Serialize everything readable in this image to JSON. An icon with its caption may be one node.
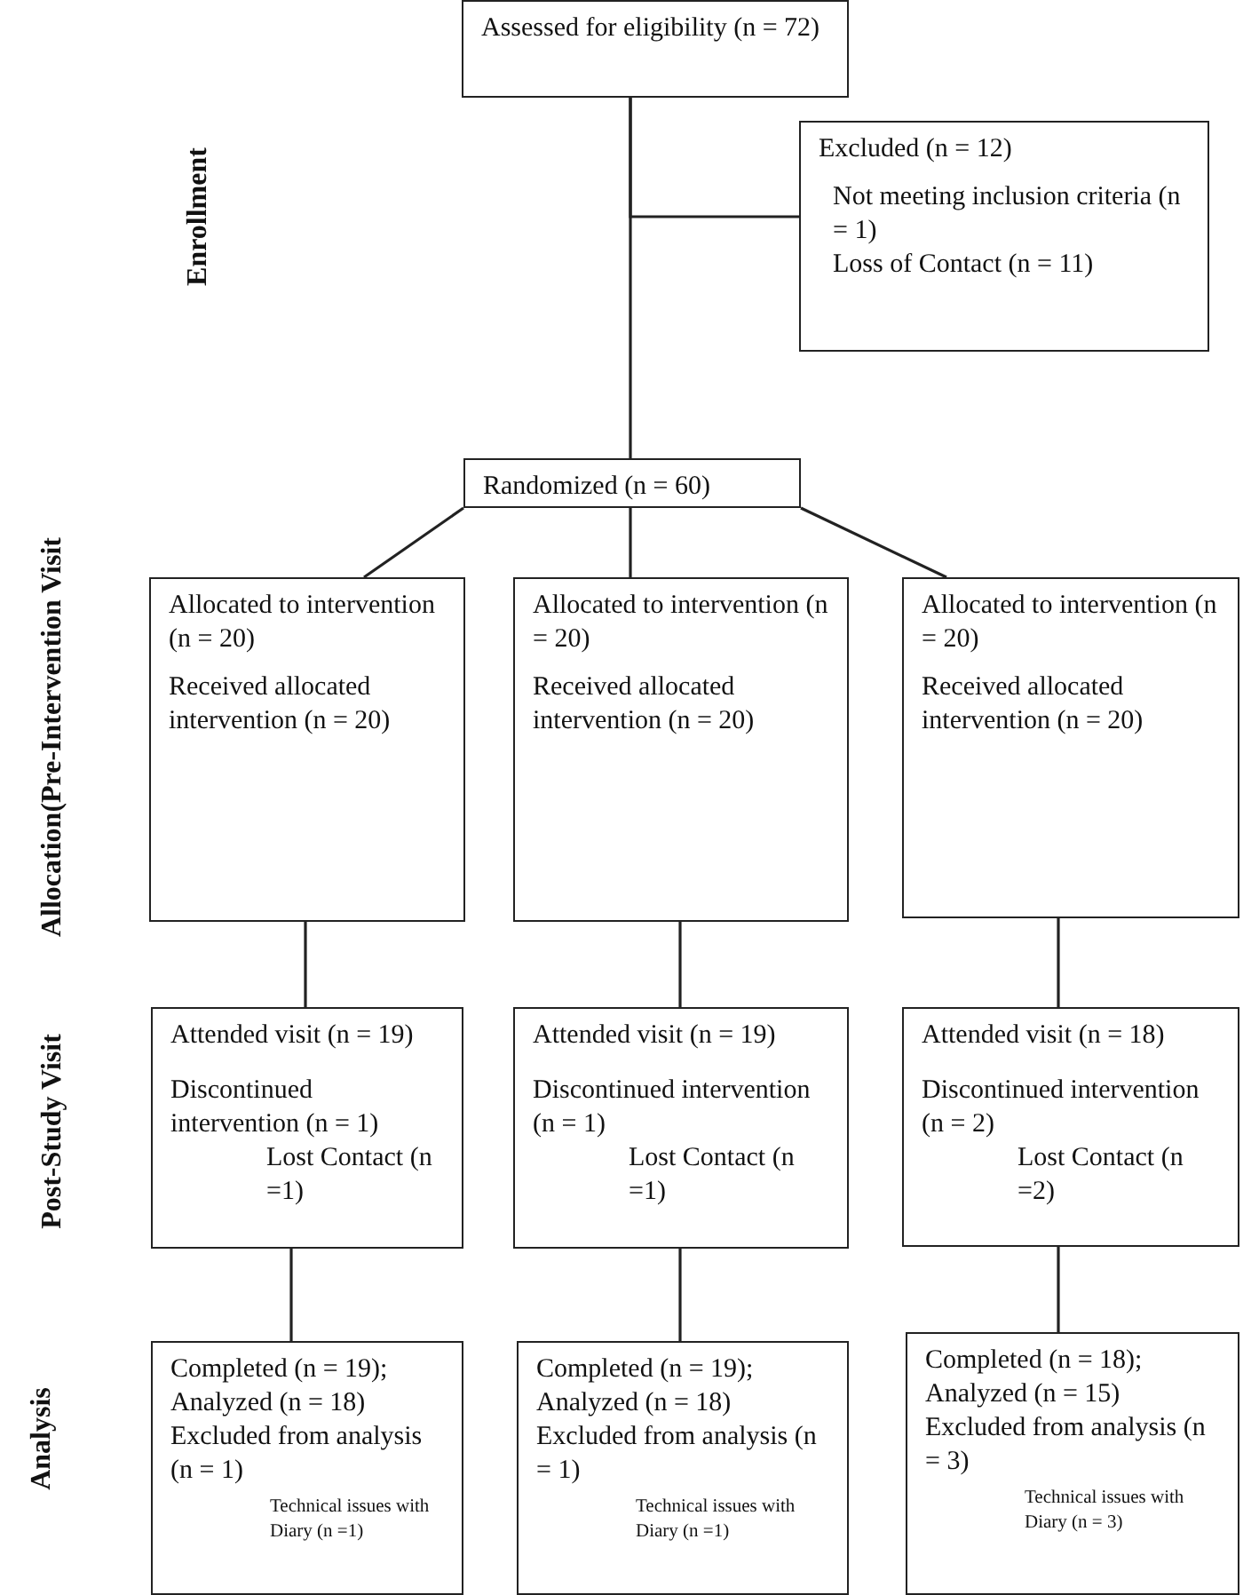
{
  "diagram": {
    "nodes": [
      {
        "text": [
          "Assessed for eligibility (n = 72)"
        ]
      },
      {
        "text": [
          "Excluded (n = 12)",
          "Not meeting inclusion criteria (n = 1)",
          "Loss of Contact (n = 11)"
        ]
      },
      {
        "text": [
          "Randomized (n = 60)"
        ]
      },
      {
        "text": [
          "Allocated to intervention (n = 20)",
          "Received allocated intervention (n = 20)"
        ]
      },
      {
        "text": [
          "Allocated to intervention (n = 20)",
          "Received allocated intervention (n = 20)"
        ]
      },
      {
        "text": [
          "Allocated to intervention (n = 20)",
          "Received allocated intervention (n = 20)"
        ]
      },
      {
        "text": [
          "Attended visit (n = 19)",
          "Discontinued intervention (n = 1)",
          "Lost Contact (n =1)"
        ]
      },
      {
        "text": [
          "Attended visit (n = 19)",
          "Discontinued intervention (n = 1)",
          "Lost Contact (n =1)"
        ]
      },
      {
        "text": [
          "Attended visit (n = 18)",
          "Discontinued intervention (n = 2)",
          "Lost Contact (n =2)"
        ]
      },
      {
        "text": [
          "Completed (n = 19);",
          "Analyzed (n = 18)",
          "Excluded from analysis (n = 1)",
          "Technical issues with Diary (n =1)"
        ]
      },
      {
        "text": [
          "Completed (n = 19);",
          "Analyzed (n = 18)",
          "Excluded from analysis (n = 1)",
          "Technical issues with Diary (n =1)"
        ]
      },
      {
        "text": [
          "Completed (n = 18);",
          "Analyzed (n = 15)",
          "Excluded from analysis (n = 3)",
          "Technical issues with Diary (n = 3)"
        ]
      }
    ],
    "edges": [
      {
        "from": 0,
        "to": 2,
        "arrow": "none"
      },
      {
        "from": 0,
        "to": 1,
        "arrow": "none"
      },
      {
        "from": 2,
        "to": 3,
        "arrow": "none"
      },
      {
        "from": 2,
        "to": 4,
        "arrow": "none"
      },
      {
        "from": 2,
        "to": 5,
        "arrow": "none"
      },
      {
        "from": 3,
        "to": 6,
        "arrow": "none"
      },
      {
        "from": 4,
        "to": 7,
        "arrow": "none"
      },
      {
        "from": 5,
        "to": 8,
        "arrow": "none"
      },
      {
        "from": 6,
        "to": 9,
        "arrow": "none"
      },
      {
        "from": 7,
        "to": 10,
        "arrow": "none"
      },
      {
        "from": 8,
        "to": 11,
        "arrow": "none"
      }
    ],
    "labels": [
      "Enrollment",
      "Allocation(Pre-Intervention Visit",
      "Post-Study Visit",
      "Analysis"
    ]
  }
}
